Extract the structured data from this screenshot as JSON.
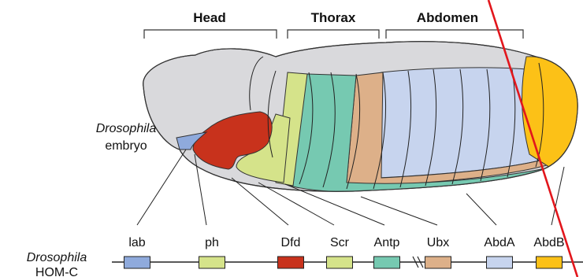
{
  "body_regions": [
    {
      "label": "Head"
    },
    {
      "label": "Thorax"
    },
    {
      "label": "Abdomen"
    }
  ],
  "embryo_label": {
    "species": "Drosophila",
    "noun": "embryo"
  },
  "complex_label": {
    "species": "Drosophila",
    "noun": "HOM-C"
  },
  "genes": [
    {
      "label": "lab",
      "color": "#8faadc"
    },
    {
      "label": "ph",
      "color": "#d5e38a"
    },
    {
      "label": "Dfd",
      "color": "#c8321c"
    },
    {
      "label": "Scr",
      "color": "#d5e38a"
    },
    {
      "label": "Antp",
      "color": "#76c9b1"
    },
    {
      "label": "Ubx",
      "color": "#ddb089"
    },
    {
      "label": "AbdA",
      "color": "#c7d4ee"
    },
    {
      "label": "AbdB",
      "color": "#fcc117"
    }
  ],
  "colors": {
    "embryo_gray": "#d9d9dc",
    "annotation_red": "#e2161c"
  }
}
